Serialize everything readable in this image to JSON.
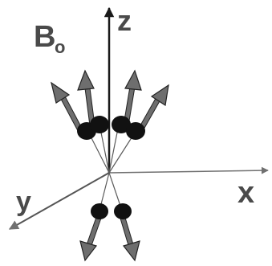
{
  "labels": {
    "field_main": "B",
    "field_sub": "o",
    "axis_z": "z",
    "axis_x": "x",
    "axis_y": "y"
  },
  "counts": {
    "spins_up": 4,
    "spins_down": 2
  },
  "colors": {
    "axis": "#707070",
    "z_axis": "#1a1a1a",
    "spin_arrow": "#6e6e6e",
    "spin_outline": "#222222",
    "ball": "#111111",
    "label": "#4a4a4a"
  }
}
